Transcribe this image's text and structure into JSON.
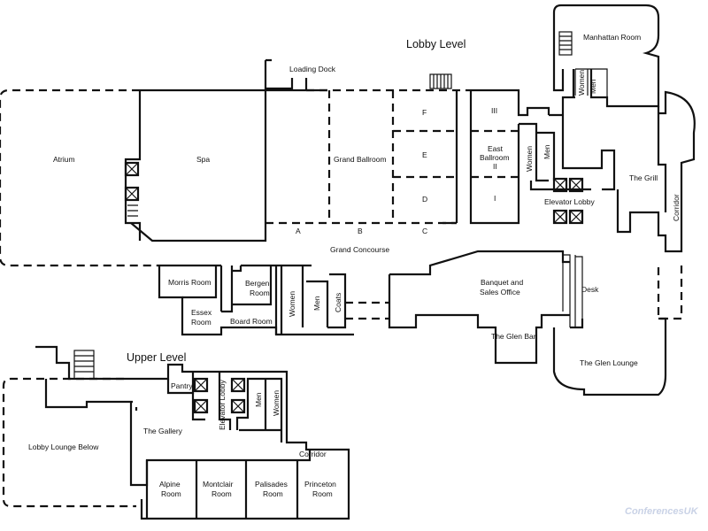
{
  "headings": {
    "lobby_level": "Lobby Level",
    "upper_level": "Upper Level"
  },
  "rooms": {
    "manhattan_room": "Manhattan Room",
    "loading_dock": "Loading Dock",
    "atrium": "Atrium",
    "spa": "Spa",
    "grand_ballroom": "Grand Ballroom",
    "section_f": "F",
    "section_e": "E",
    "section_d": "D",
    "section_a": "A",
    "section_b": "B",
    "section_c": "C",
    "section_iii": "III",
    "section_ii": "II",
    "section_i": "I",
    "east_ballroom_line1": "East",
    "east_ballroom_line2": "Ballroom",
    "women_1": "Women",
    "men_1": "Men",
    "women_2": "Women",
    "men_2": "Men",
    "the_grill": "The Grill",
    "elevator_lobby": "Elevator Lobby",
    "corridor_right": "Corridor",
    "grand_concourse": "Grand Concourse",
    "morris_room": "Morris Room",
    "bergen_room_line1": "Bergen",
    "bergen_room_line2": "Room",
    "essex_room_line1": "Essex",
    "essex_room_line2": "Room",
    "board_room": "Board Room",
    "women_3": "Women",
    "men_3": "Men",
    "coats": "Coats",
    "banquet_line1": "Banquet and",
    "banquet_line2": "Sales Office",
    "desk": "Desk",
    "the_glen_bar": "The Glen Bar",
    "the_glen_lounge": "The Glen Lounge",
    "pantry": "Pantry",
    "elevator_lobby_upper": "Elevator Lobby",
    "men_4": "Men",
    "women_4": "Women",
    "lobby_lounge_below": "Lobby Lounge Below",
    "the_gallery": "The Gallery",
    "corridor_upper": "Corridor",
    "alpine_line1": "Alpine",
    "alpine_line2": "Room",
    "montclair_line1": "Montclair",
    "montclair_line2": "Room",
    "palisades_line1": "Palisades",
    "palisades_line2": "Room",
    "princeton_line1": "Princeton",
    "princeton_line2": "Room"
  },
  "logo": {
    "text": "ConferencesUK"
  }
}
